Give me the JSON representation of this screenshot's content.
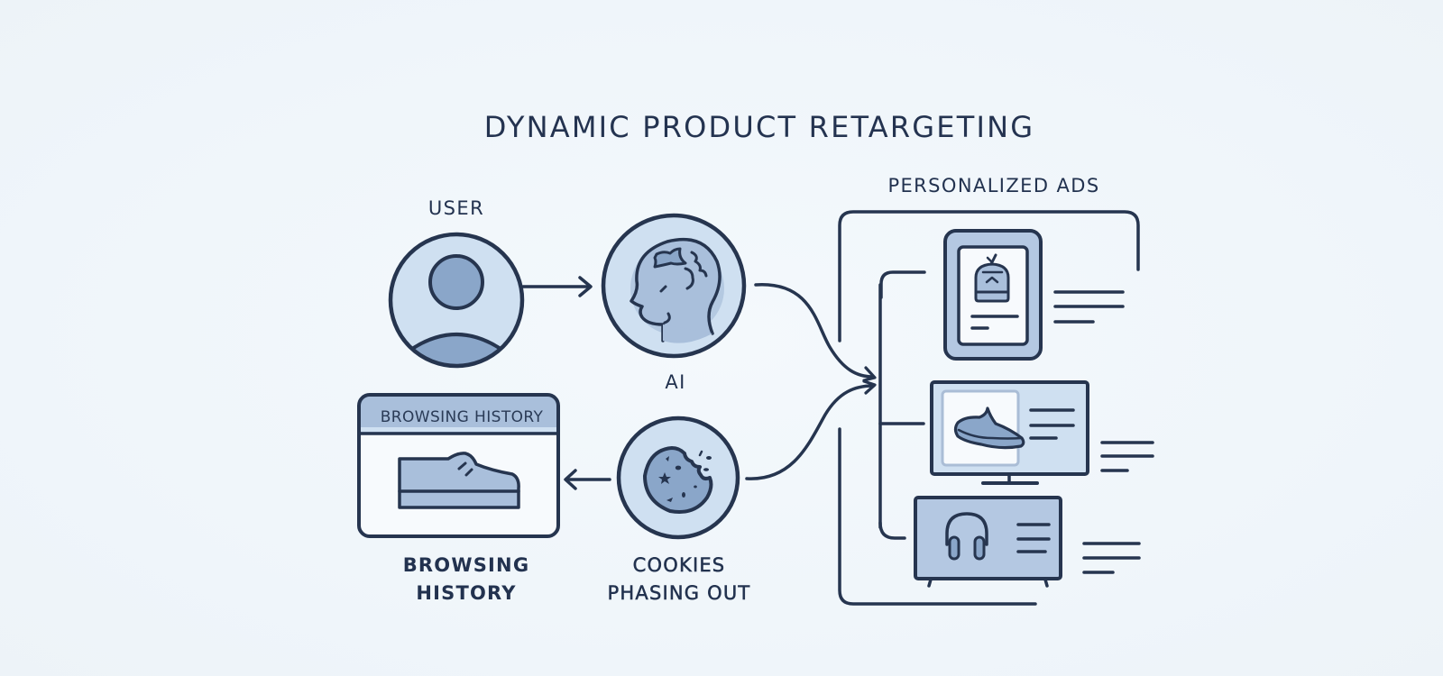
{
  "title": "DYNAMIC PRODUCT RETARGETING",
  "colors": {
    "background": "#f3f8fb",
    "ink": "#25344f",
    "circle_fill": "#cfe0f1",
    "icon_fill": "#8aa6c9",
    "panel_fill": "#b4c8e2",
    "screen_fill": "#f7fafd"
  },
  "nodes": {
    "user": {
      "label": "USER",
      "icon": "user-avatar-icon"
    },
    "ai": {
      "label": "AI",
      "icon": "ai-head-brain-icon"
    },
    "browsing_history": {
      "window_header": "BROWSING HISTORY",
      "label_line1": "BROWSING",
      "label_line2": "HISTORY",
      "icon": "shoe-icon"
    },
    "cookies": {
      "label_line1": "COOKIES",
      "label_line2": "PHASING OUT",
      "icon": "cookie-icon"
    },
    "personalized_ads": {
      "label": "PERSONALIZED ADS",
      "devices": [
        {
          "device": "tablet",
          "product_icon": "backpack-icon"
        },
        {
          "device": "monitor",
          "product_icon": "sneaker-icon"
        },
        {
          "device": "tv",
          "product_icon": "headphones-icon"
        }
      ]
    }
  },
  "connections": [
    {
      "from": "user",
      "to": "ai",
      "type": "arrow"
    },
    {
      "from": "ai",
      "to": "personalized_ads",
      "type": "curved-arrow"
    },
    {
      "from": "cookies",
      "to": "personalized_ads",
      "type": "curved-arrow"
    },
    {
      "from": "cookies",
      "to": "browsing_history",
      "type": "arrow"
    }
  ]
}
